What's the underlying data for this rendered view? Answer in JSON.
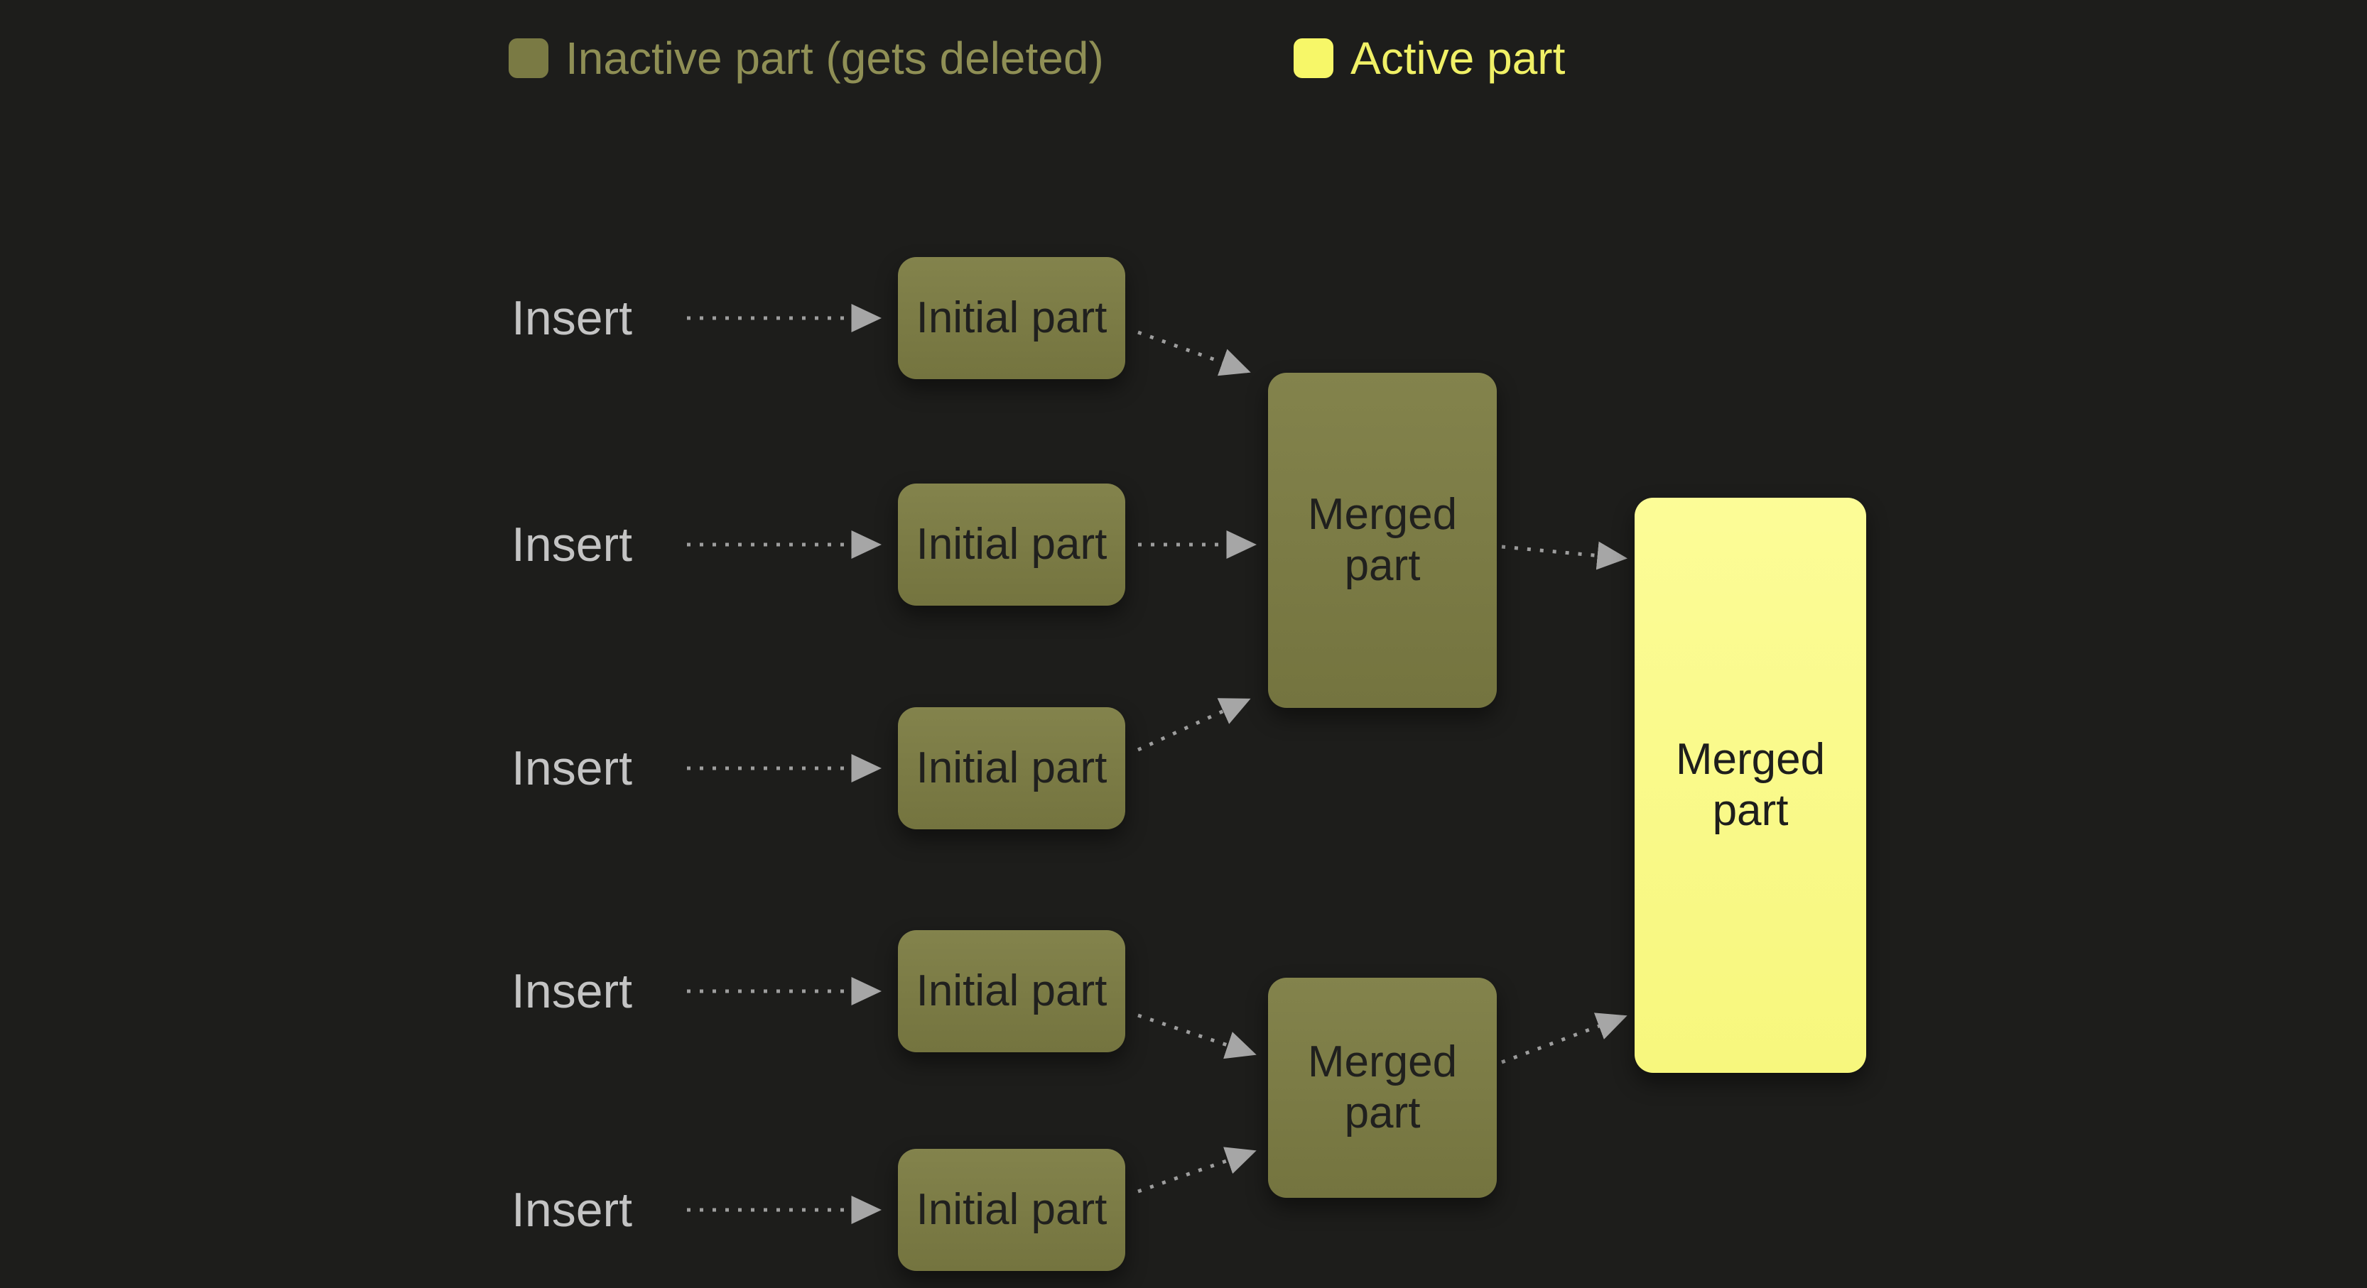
{
  "colors": {
    "background": "#1d1d1b",
    "inactive_fill": "#7a7a44",
    "active_fill": "#f9f98a",
    "inactive_text": "#8f8f55",
    "active_text": "#f0f066",
    "insert_text": "#c4c4c4",
    "arrow": "#9e9e9e",
    "node_text": "#20201e"
  },
  "legend": {
    "inactive_label": "Inactive part (gets deleted)",
    "active_label": "Active part"
  },
  "diagram": {
    "inserts": [
      "Insert",
      "Insert",
      "Insert",
      "Insert",
      "Insert"
    ],
    "initial_parts": [
      "Initial part",
      "Initial part",
      "Initial part",
      "Initial part",
      "Initial part"
    ],
    "merged_parts": [
      "Merged part",
      "Merged part"
    ],
    "final_part": "Merged part",
    "edges": [
      {
        "from": "insert-1",
        "to": "initial-part-1"
      },
      {
        "from": "insert-2",
        "to": "initial-part-2"
      },
      {
        "from": "insert-3",
        "to": "initial-part-3"
      },
      {
        "from": "insert-4",
        "to": "initial-part-4"
      },
      {
        "from": "insert-5",
        "to": "initial-part-5"
      },
      {
        "from": "initial-part-1",
        "to": "merged-part-1"
      },
      {
        "from": "initial-part-2",
        "to": "merged-part-1"
      },
      {
        "from": "initial-part-3",
        "to": "merged-part-1"
      },
      {
        "from": "initial-part-4",
        "to": "merged-part-2"
      },
      {
        "from": "initial-part-5",
        "to": "merged-part-2"
      },
      {
        "from": "merged-part-1",
        "to": "merged-part-final"
      },
      {
        "from": "merged-part-2",
        "to": "merged-part-final"
      }
    ]
  }
}
